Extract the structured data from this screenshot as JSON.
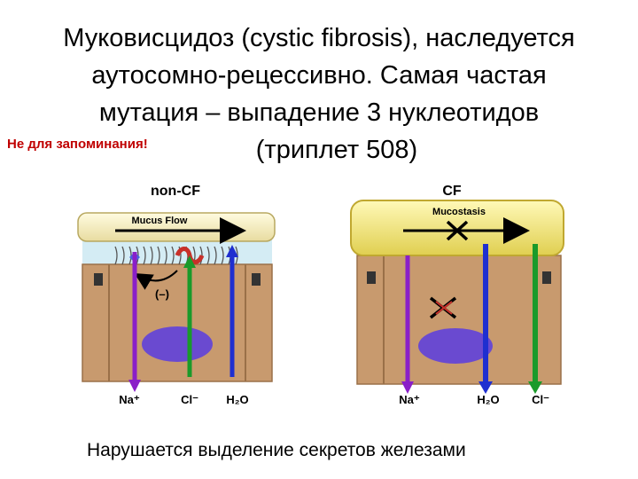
{
  "slide": {
    "title_lines": [
      "Муковисцидоз (cystic fibrosis), наследуется",
      "аутосомно-рецессивно. Самая частая",
      "мутация – выпадение 3 нуклеотидов",
      "(триплет 508)"
    ],
    "side_note": "Не для запоминания!",
    "caption": "Нарушается выделение секретов железами"
  },
  "diagram": {
    "left": {
      "heading": "non-CF",
      "banner": "Mucus Flow",
      "regulation": "(–)",
      "ions": [
        "Na⁺",
        "Cl⁻",
        "H₂O"
      ]
    },
    "right": {
      "heading": "CF",
      "banner": "Mucostasis",
      "ions": [
        "Na⁺",
        "H₂O",
        "Cl⁻"
      ]
    },
    "colors": {
      "sodium": "#8a1fc8",
      "chloride": "#1a9a2a",
      "water": "#1f2fd0",
      "cell": "#c89a6e",
      "mucus": "#f7f0a0",
      "nucleus": "#6a4ad0",
      "blocked": "#000000"
    }
  }
}
